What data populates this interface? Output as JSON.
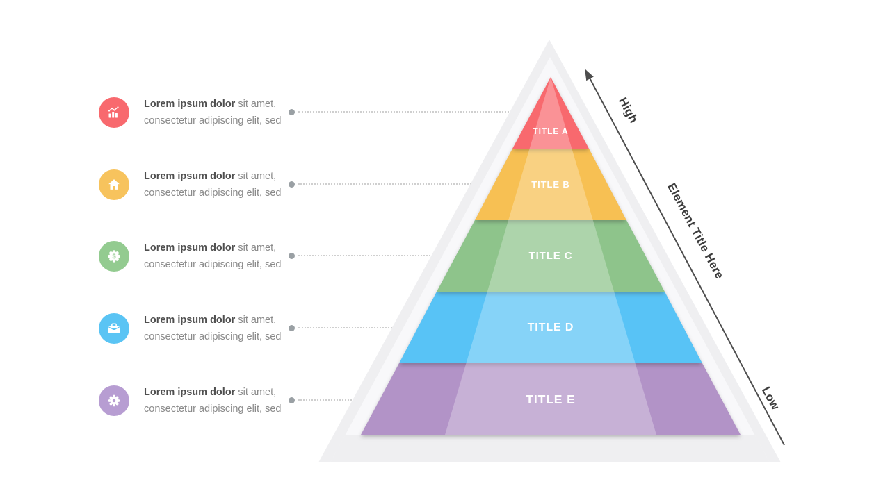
{
  "colors": {
    "red": "#f8696e",
    "yellow": "#f7c053",
    "green": "#8ec48b",
    "blue": "#58c3f6",
    "purple": "#b293c7",
    "icon_red": "#f8696e",
    "icon_yellow": "#f7c35d",
    "icon_green": "#93cb90",
    "icon_blue": "#5ac4f4",
    "icon_purple": "#b79dd2",
    "triangle_background": "#efeff1",
    "triangle_bevel": "#f8f8fa",
    "arrow": "#4d4d4d",
    "leader_dot": "#9aa0a4",
    "bold_text": "#4f4f4f",
    "body_text": "#8a8a8a",
    "tier_label_text": "#ffffff"
  },
  "list": {
    "items": [
      {
        "icon": "chart-icon",
        "color": "#f8696e",
        "bold": "Lorem ipsum dolor",
        "regular": " sit amet,",
        "line2": "consectetur adipiscing elit, sed"
      },
      {
        "icon": "home-icon",
        "color": "#f7c35d",
        "bold": "Lorem ipsum dolor",
        "regular": " sit amet,",
        "line2": "consectetur adipiscing elit, sed"
      },
      {
        "icon": "dollar-badge-icon",
        "color": "#93cb90",
        "bold": "Lorem ipsum dolor",
        "regular": " sit amet,",
        "line2": "consectetur adipiscing elit, sed"
      },
      {
        "icon": "briefcase-icon",
        "color": "#5ac4f4",
        "bold": "Lorem ipsum dolor",
        "regular": " sit amet,",
        "line2": "consectetur adipiscing elit, sed"
      },
      {
        "icon": "gear-icon",
        "color": "#b79dd2",
        "bold": "Lorem ipsum dolor",
        "regular": " sit amet,",
        "line2": "consectetur adipiscing elit, sed"
      }
    ]
  },
  "pyramid": {
    "tiers": [
      {
        "label": "TITLE A",
        "color": "#f8696e"
      },
      {
        "label": "TITLE B",
        "color": "#f7c053"
      },
      {
        "label": "TITLE C",
        "color": "#8ec48b"
      },
      {
        "label": "TITLE D",
        "color": "#58c3f6"
      },
      {
        "label": "TITLE E",
        "color": "#b293c7"
      }
    ]
  },
  "axis": {
    "high_label": "High",
    "mid_label": "Element Title Here",
    "low_label": "Low"
  }
}
